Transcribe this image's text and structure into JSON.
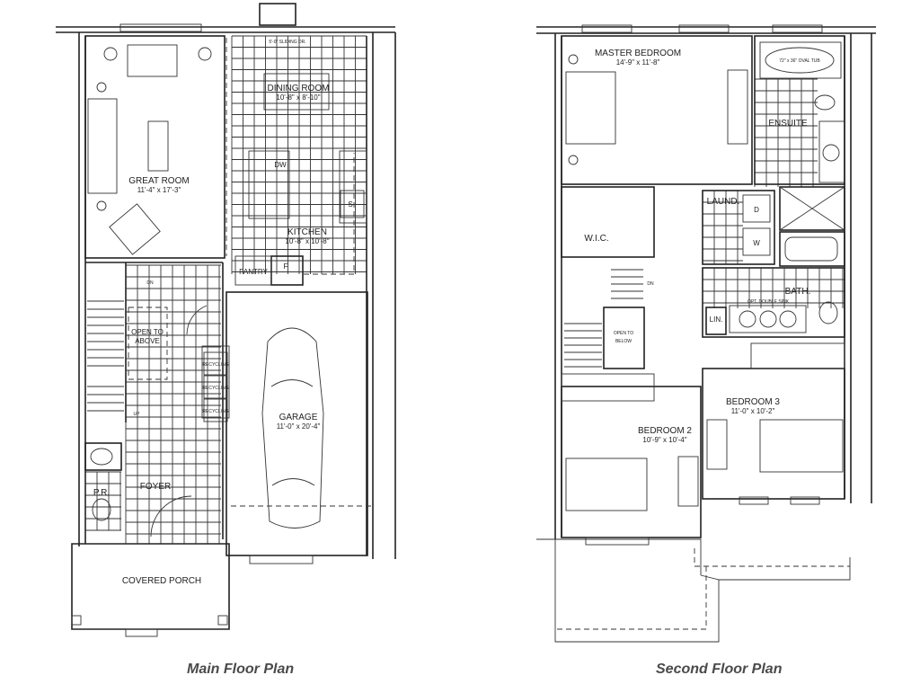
{
  "main_floor": {
    "caption": "Main Floor Plan",
    "sliding_door": "5'-0\" SLIDING DR.",
    "great_room": {
      "name": "GREAT ROOM",
      "size": "11'-4\" x 17'-3\""
    },
    "dining_room": {
      "name": "DINING ROOM",
      "size": "10'-8\" x 8'-10\""
    },
    "kitchen": {
      "name": "KITCHEN",
      "size": "10'-8\" x 10'-8\""
    },
    "dishwasher": "DW",
    "stove": "S",
    "fridge": "F",
    "pantry": "PANTRY",
    "stair_down": "DN",
    "stair_up": "UP",
    "open_to_above": [
      "OPEN TO",
      "ABOVE"
    ],
    "recycling": [
      "RECYCLING",
      "RECYCLING",
      "RECYCLING"
    ],
    "garage": {
      "name": "GARAGE",
      "size": "11'-0\" x 20'-4\""
    },
    "foyer": "FOYER",
    "powder_room": "P.R.",
    "porch": "COVERED PORCH"
  },
  "second_floor": {
    "caption": "Second Floor Plan",
    "master_bedroom": {
      "name": "MASTER BEDROOM",
      "size": "14'-9\" x 11'-8\""
    },
    "tub": "72\" x 36\" OVAL TUB",
    "ensuite": "ENSUITE",
    "wic": "W.I.C.",
    "laundry": "LAUND.",
    "dryer": "D",
    "washer": "W",
    "bath": "BATH.",
    "double_sink": "OPT. DOUBLE SINK",
    "linen": "LIN.",
    "stair_down": "DN",
    "open_to_below": [
      "OPEN TO",
      "BELOW"
    ],
    "bedroom_2": {
      "name": "BEDROOM 2",
      "size": "10'-9\" x 10'-4\""
    },
    "bedroom_3": {
      "name": "BEDROOM 3",
      "size": "11'-0\" x 10'-2\""
    }
  }
}
